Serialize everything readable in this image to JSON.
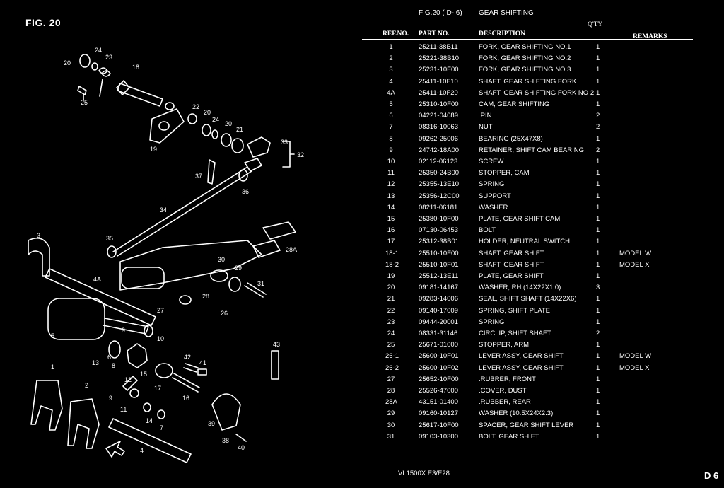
{
  "figure": {
    "label": "FIG. 20",
    "header_ref": "FIG.20 ( D- 6)",
    "header_title": "GEAR SHIFTING",
    "footer_model": "VL1500X E3/E28",
    "page_number": "D 6"
  },
  "table": {
    "qty_heading": "Q'TY",
    "headers": {
      "ref": "REF.NO.",
      "part": "PART NO.",
      "desc": "DESCRIPTION",
      "remarks": "REMARKS"
    },
    "rows": [
      {
        "ref": "1",
        "part": "25211-38B11",
        "desc": "FORK, GEAR SHIFTING NO.1",
        "qty": "1",
        "remarks": ""
      },
      {
        "ref": "2",
        "part": "25221-38B10",
        "desc": "FORK, GEAR SHIFTING NO.2",
        "qty": "1",
        "remarks": ""
      },
      {
        "ref": "3",
        "part": "25231-10F00",
        "desc": "FORK, GEAR SHIFTING NO.3",
        "qty": "1",
        "remarks": ""
      },
      {
        "ref": "4",
        "part": "25411-10F10",
        "desc": "SHAFT, GEAR SHIFTING FORK",
        "qty": "1",
        "remarks": ""
      },
      {
        "ref": "4A",
        "part": "25411-10F20",
        "desc": "SHAFT, GEAR SHIFTING FORK NO 2",
        "qty": "1",
        "remarks": ""
      },
      {
        "ref": "5",
        "part": "25310-10F00",
        "desc": "CAM, GEAR SHIFTING",
        "qty": "1",
        "remarks": ""
      },
      {
        "ref": "6",
        "part": "04221-04089",
        "desc": ".PIN",
        "qty": "2",
        "remarks": ""
      },
      {
        "ref": "7",
        "part": "08316-10063",
        "desc": "NUT",
        "qty": "2",
        "remarks": ""
      },
      {
        "ref": "8",
        "part": "09262-25006",
        "desc": "BEARING (25X47X8)",
        "qty": "1",
        "remarks": ""
      },
      {
        "ref": "9",
        "part": "24742-18A00",
        "desc": "RETAINER, SHIFT CAM BEARING",
        "qty": "2",
        "remarks": ""
      },
      {
        "ref": "10",
        "part": "02112-06123",
        "desc": "SCREW",
        "qty": "1",
        "remarks": ""
      },
      {
        "ref": "11",
        "part": "25350-24B00",
        "desc": "STOPPER, CAM",
        "qty": "1",
        "remarks": ""
      },
      {
        "ref": "12",
        "part": "25355-13E10",
        "desc": "SPRING",
        "qty": "1",
        "remarks": ""
      },
      {
        "ref": "13",
        "part": "25356-12C00",
        "desc": "SUPPORT",
        "qty": "1",
        "remarks": ""
      },
      {
        "ref": "14",
        "part": "08211-06181",
        "desc": "WASHER",
        "qty": "1",
        "remarks": ""
      },
      {
        "ref": "15",
        "part": "25380-10F00",
        "desc": "PLATE, GEAR SHIFT CAM",
        "qty": "1",
        "remarks": ""
      },
      {
        "ref": "16",
        "part": "07130-06453",
        "desc": "BOLT",
        "qty": "1",
        "remarks": ""
      },
      {
        "ref": "17",
        "part": "25312-38B01",
        "desc": "HOLDER, NEUTRAL SWITCH",
        "qty": "1",
        "remarks": ""
      },
      {
        "ref": "18-1",
        "part": "25510-10F00",
        "desc": "SHAFT, GEAR SHIFT",
        "qty": "1",
        "remarks": "MODEL W"
      },
      {
        "ref": "18-2",
        "part": "25510-10F01",
        "desc": "SHAFT, GEAR SHIFT",
        "qty": "1",
        "remarks": "MODEL X"
      },
      {
        "ref": "19",
        "part": "25512-13E11",
        "desc": "PLATE, GEAR SHIFT",
        "qty": "1",
        "remarks": ""
      },
      {
        "ref": "20",
        "part": "09181-14167",
        "desc": "WASHER, RH (14X22X1.0)",
        "qty": "3",
        "remarks": ""
      },
      {
        "ref": "21",
        "part": "09283-14006",
        "desc": "SEAL, SHIFT SHAFT (14X22X6)",
        "qty": "1",
        "remarks": ""
      },
      {
        "ref": "22",
        "part": "09140-17009",
        "desc": "SPRING, SHIFT PLATE",
        "qty": "1",
        "remarks": ""
      },
      {
        "ref": "23",
        "part": "09444-20001",
        "desc": "SPRING",
        "qty": "1",
        "remarks": ""
      },
      {
        "ref": "24",
        "part": "08331-31146",
        "desc": "CIRCLIP, SHIFT SHAFT",
        "qty": "2",
        "remarks": ""
      },
      {
        "ref": "25",
        "part": "25671-01000",
        "desc": "STOPPER, ARM",
        "qty": "1",
        "remarks": ""
      },
      {
        "ref": "26-1",
        "part": "25600-10F01",
        "desc": "LEVER ASSY, GEAR SHIFT",
        "qty": "1",
        "remarks": "MODEL W"
      },
      {
        "ref": "26-2",
        "part": "25600-10F02",
        "desc": "LEVER ASSY, GEAR SHIFT",
        "qty": "1",
        "remarks": "MODEL X"
      },
      {
        "ref": "27",
        "part": "25652-10F00",
        "desc": ".RUBRER, FRONT",
        "qty": "1",
        "remarks": ""
      },
      {
        "ref": "28",
        "part": "25526-47000",
        "desc": ".COVER, DUST",
        "qty": "1",
        "remarks": ""
      },
      {
        "ref": "28A",
        "part": "43151-01400",
        "desc": ".RUBBER, REAR",
        "qty": "1",
        "remarks": ""
      },
      {
        "ref": "29",
        "part": "09160-10127",
        "desc": "WASHER (10.5X24X2.3)",
        "qty": "1",
        "remarks": ""
      },
      {
        "ref": "30",
        "part": "25617-10F00",
        "desc": "SPACER, GEAR SHIFT LEVER",
        "qty": "1",
        "remarks": ""
      },
      {
        "ref": "31",
        "part": "09103-10300",
        "desc": "BOLT, GEAR SHIFT",
        "qty": "1",
        "remarks": ""
      }
    ]
  },
  "diagram": {
    "callouts": [
      "20",
      "24",
      "23",
      "18",
      "25",
      "22",
      "20",
      "24",
      "20",
      "21",
      "19",
      "33",
      "32",
      "37",
      "36",
      "34",
      "3",
      "35",
      "28A",
      "30",
      "29",
      "4A",
      "31",
      "28",
      "27",
      "26",
      "5",
      "9",
      "10",
      "6",
      "8",
      "43",
      "13",
      "42",
      "41",
      "1",
      "15",
      "12",
      "2",
      "17",
      "16",
      "11",
      "9",
      "14",
      "7",
      "39",
      "4",
      "38",
      "40"
    ]
  }
}
